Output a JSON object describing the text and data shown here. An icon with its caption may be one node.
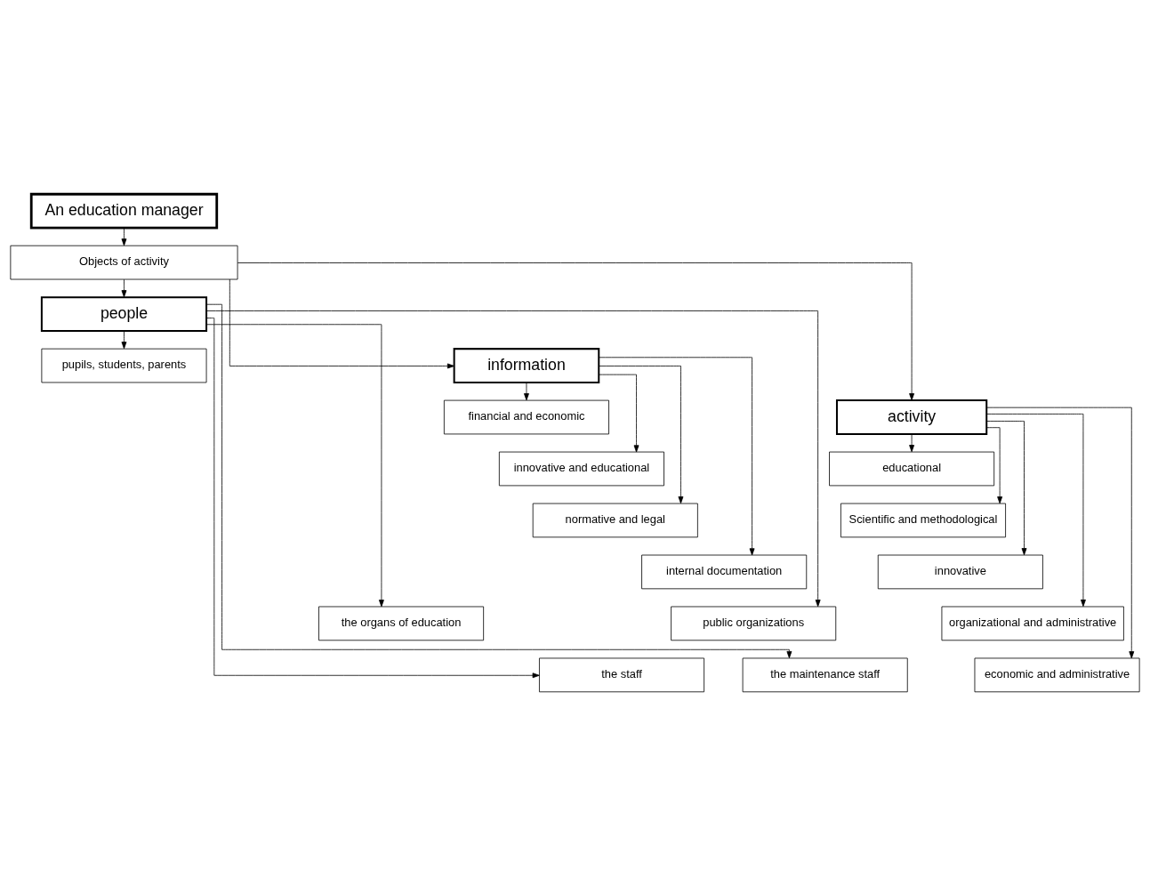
{
  "diagram": {
    "nodes": [
      {
        "text": [
          "An education manager"
        ]
      },
      {
        "text": [
          "Objects of activity"
        ]
      },
      {
        "text": [
          "people"
        ]
      },
      {
        "text": [
          "information"
        ]
      },
      {
        "text": [
          "activity"
        ]
      },
      {
        "text": [
          "pupils, students, parents"
        ]
      },
      {
        "text": [
          "the organs of education"
        ]
      },
      {
        "text": [
          "the staff"
        ]
      },
      {
        "text": [
          "public organizations"
        ]
      },
      {
        "text": [
          "the maintenance staff"
        ]
      },
      {
        "text": [
          "financial and economic"
        ]
      },
      {
        "text": [
          "innovative and educational"
        ]
      },
      {
        "text": [
          "normative and legal"
        ]
      },
      {
        "text": [
          "internal documentation"
        ]
      },
      {
        "text": [
          "educational"
        ]
      },
      {
        "text": [
          "Scientific and methodological"
        ]
      },
      {
        "text": [
          "innovative"
        ]
      },
      {
        "text": [
          "organizational and administrative"
        ]
      },
      {
        "text": [
          "economic and administrative"
        ]
      }
    ],
    "edges": [
      {
        "from": 0,
        "to": 1,
        "arrow": "to"
      },
      {
        "from": 1,
        "to": 2,
        "arrow": "to"
      },
      {
        "from": 1,
        "to": 3,
        "arrow": "to"
      },
      {
        "from": 1,
        "to": 4,
        "arrow": "to"
      },
      {
        "from": 2,
        "to": 5,
        "arrow": "to"
      },
      {
        "from": 2,
        "to": 6,
        "arrow": "to"
      },
      {
        "from": 2,
        "to": 7,
        "arrow": "to"
      },
      {
        "from": 2,
        "to": 8,
        "arrow": "to"
      },
      {
        "from": 2,
        "to": 9,
        "arrow": "to"
      },
      {
        "from": 3,
        "to": 10,
        "arrow": "to"
      },
      {
        "from": 3,
        "to": 11,
        "arrow": "to"
      },
      {
        "from": 3,
        "to": 12,
        "arrow": "to"
      },
      {
        "from": 3,
        "to": 13,
        "arrow": "to"
      },
      {
        "from": 4,
        "to": 14,
        "arrow": "to"
      },
      {
        "from": 4,
        "to": 15,
        "arrow": "to"
      },
      {
        "from": 4,
        "to": 16,
        "arrow": "to"
      },
      {
        "from": 4,
        "to": 17,
        "arrow": "to"
      },
      {
        "from": 4,
        "to": 18,
        "arrow": "to"
      }
    ]
  }
}
